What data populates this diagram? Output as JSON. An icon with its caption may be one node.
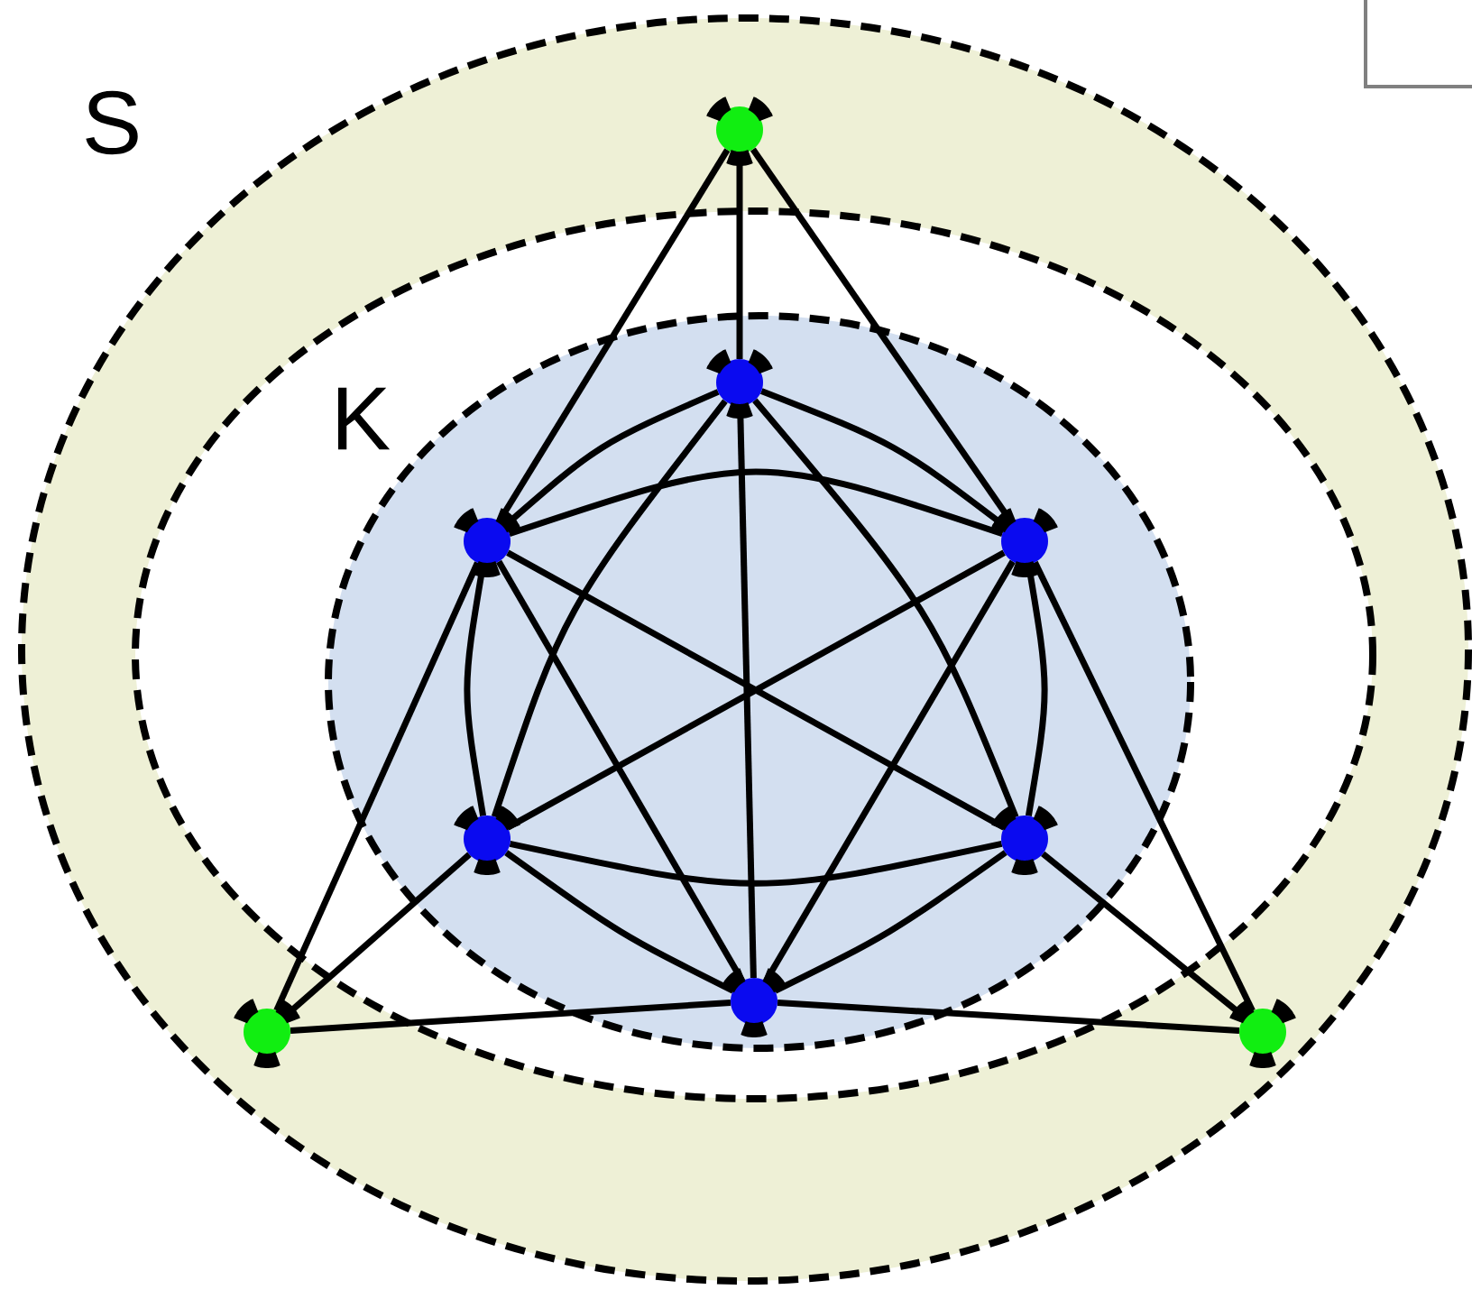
{
  "diagram": {
    "nodes": [
      {
        "text": [
          "S"
        ]
      },
      {
        "text": [
          "K"
        ],
        "in": 0
      },
      {
        "text": [],
        "shape": "circle",
        "in": 0
      },
      {
        "text": [],
        "shape": "circle",
        "in": 1
      },
      {
        "text": [],
        "shape": "circle",
        "in": 1
      },
      {
        "text": [],
        "shape": "circle",
        "in": 1
      },
      {
        "text": [],
        "shape": "circle",
        "in": 1
      },
      {
        "text": [],
        "shape": "circle",
        "in": 1
      },
      {
        "text": [],
        "shape": "circle",
        "in": 1
      },
      {
        "text": [],
        "shape": "circle",
        "in": 0
      },
      {
        "text": [],
        "shape": "circle",
        "in": 0
      }
    ],
    "edges": [
      {
        "from": 3,
        "to": 4,
        "arrow": "none"
      },
      {
        "from": 3,
        "to": 5,
        "arrow": "none"
      },
      {
        "from": 3,
        "to": 6,
        "arrow": "none"
      },
      {
        "from": 3,
        "to": 7,
        "arrow": "none"
      },
      {
        "from": 3,
        "to": 8,
        "arrow": "none"
      },
      {
        "from": 4,
        "to": 5,
        "arrow": "none"
      },
      {
        "from": 4,
        "to": 6,
        "arrow": "none"
      },
      {
        "from": 4,
        "to": 7,
        "arrow": "none"
      },
      {
        "from": 4,
        "to": 8,
        "arrow": "none"
      },
      {
        "from": 5,
        "to": 6,
        "arrow": "none"
      },
      {
        "from": 5,
        "to": 7,
        "arrow": "none"
      },
      {
        "from": 5,
        "to": 8,
        "arrow": "none"
      },
      {
        "from": 6,
        "to": 7,
        "arrow": "none"
      },
      {
        "from": 6,
        "to": 8,
        "arrow": "none"
      },
      {
        "from": 7,
        "to": 8,
        "arrow": "none"
      },
      {
        "from": 2,
        "to": 3,
        "arrow": "none"
      },
      {
        "from": 2,
        "to": 4,
        "arrow": "none"
      },
      {
        "from": 2,
        "to": 5,
        "arrow": "none"
      },
      {
        "from": 9,
        "to": 4,
        "arrow": "none"
      },
      {
        "from": 9,
        "to": 6,
        "arrow": "none"
      },
      {
        "from": 9,
        "to": 8,
        "arrow": "none"
      },
      {
        "from": 10,
        "to": 5,
        "arrow": "none"
      },
      {
        "from": 10,
        "to": 7,
        "arrow": "none"
      },
      {
        "from": 10,
        "to": 8,
        "arrow": "none"
      }
    ]
  }
}
